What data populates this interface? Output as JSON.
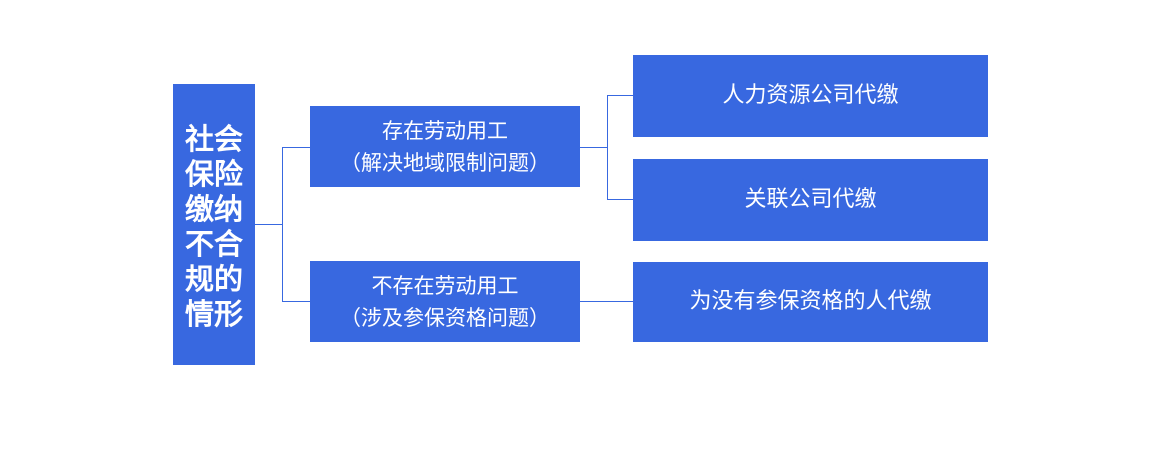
{
  "diagram": {
    "title_text": "社会保险缴纳不合规的情形",
    "colors": {
      "node_fill": "#3868E0",
      "node_text": "#ffffff",
      "connector": "#3868E0",
      "background": "#ffffff"
    },
    "root": {
      "label": "社会保险缴纳不合规的情形"
    },
    "branches": [
      {
        "id": "branch-1",
        "line1": "存在劳动用工",
        "line2": "（解决地域限制问题）",
        "children": [
          {
            "id": "leaf-1",
            "label": "人力资源公司代缴"
          },
          {
            "id": "leaf-2",
            "label": "关联公司代缴"
          }
        ]
      },
      {
        "id": "branch-2",
        "line1": "不存在劳动用工",
        "line2": "（涉及参保资格问题）",
        "children": [
          {
            "id": "leaf-3",
            "label": "为没有参保资格的人代缴"
          }
        ]
      }
    ]
  }
}
